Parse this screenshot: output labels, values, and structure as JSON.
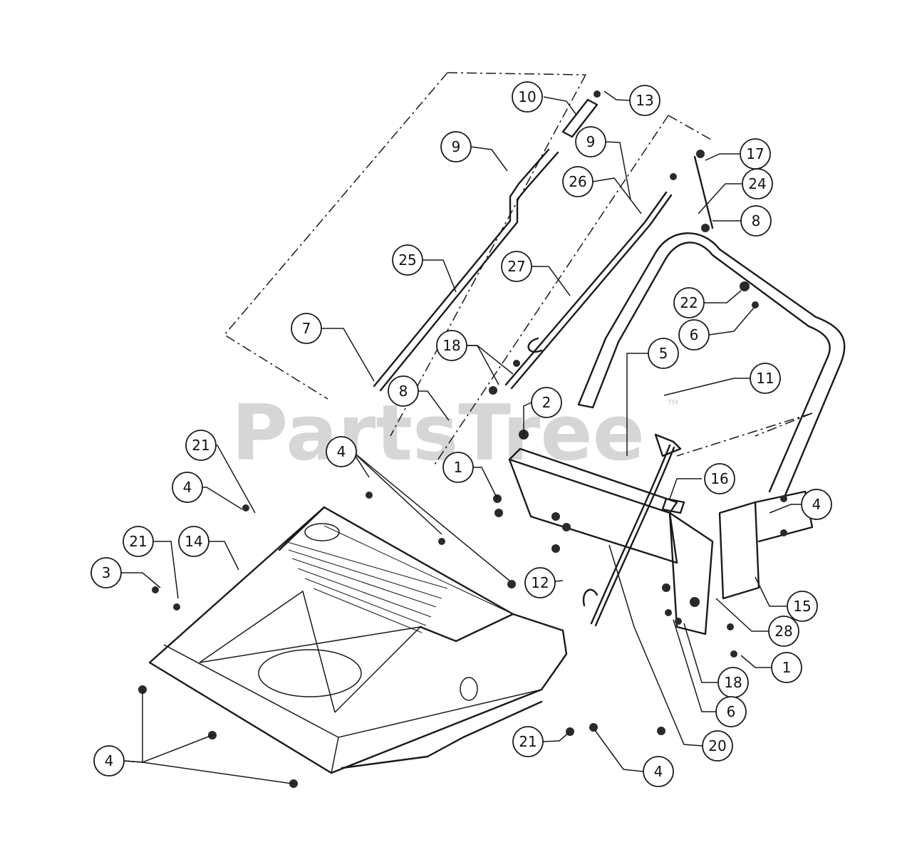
{
  "watermark": {
    "text": "PartsTree",
    "trademark": "TM"
  },
  "callouts": [
    {
      "number": "10"
    },
    {
      "number": "13"
    },
    {
      "number": "9"
    },
    {
      "number": "9"
    },
    {
      "number": "17"
    },
    {
      "number": "26"
    },
    {
      "number": "24"
    },
    {
      "number": "8"
    },
    {
      "number": "25"
    },
    {
      "number": "27"
    },
    {
      "number": "22"
    },
    {
      "number": "6"
    },
    {
      "number": "7"
    },
    {
      "number": "18"
    },
    {
      "number": "5"
    },
    {
      "number": "11"
    },
    {
      "number": "8"
    },
    {
      "number": "2"
    },
    {
      "number": "21"
    },
    {
      "number": "4"
    },
    {
      "number": "1"
    },
    {
      "number": "16"
    },
    {
      "number": "4"
    },
    {
      "number": "4"
    },
    {
      "number": "21"
    },
    {
      "number": "14"
    },
    {
      "number": "12"
    },
    {
      "number": "15"
    },
    {
      "number": "3"
    },
    {
      "number": "28"
    },
    {
      "number": "1"
    },
    {
      "number": "18"
    },
    {
      "number": "6"
    },
    {
      "number": "4"
    },
    {
      "number": "21"
    },
    {
      "number": "20"
    },
    {
      "number": "4"
    }
  ]
}
